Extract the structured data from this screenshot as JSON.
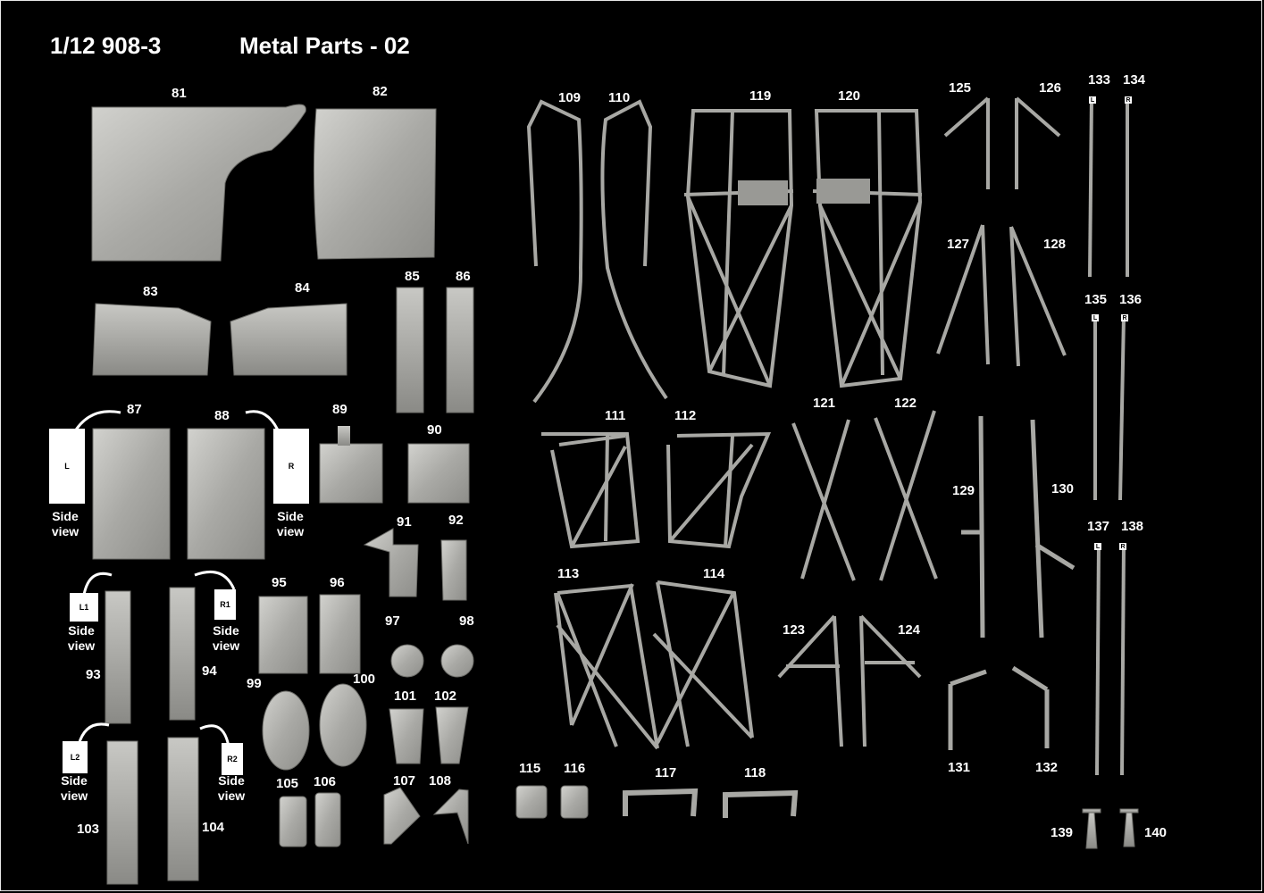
{
  "title": {
    "code": "1/12 908-3",
    "name": "Metal Parts - 02"
  },
  "part_labels": [
    "81",
    "82",
    "83",
    "84",
    "85",
    "86",
    "87",
    "88",
    "89",
    "90",
    "91",
    "92",
    "93",
    "94",
    "95",
    "96",
    "97",
    "98",
    "99",
    "100",
    "101",
    "102",
    "103",
    "104",
    "105",
    "106",
    "107",
    "108",
    "109",
    "110",
    "111",
    "112",
    "113",
    "114",
    "115",
    "116",
    "117",
    "118",
    "119",
    "120",
    "121",
    "122",
    "123",
    "124",
    "125",
    "126",
    "127",
    "128",
    "129",
    "130",
    "131",
    "132",
    "133",
    "134",
    "135",
    "136",
    "137",
    "138",
    "139",
    "140"
  ],
  "side_view_text": {
    "line1": "Side",
    "line2": "view"
  },
  "card_letters": [
    "L",
    "R",
    "L1",
    "R1",
    "L2",
    "R2"
  ],
  "rod_letters": [
    "L",
    "R",
    "L",
    "R",
    "L",
    "R"
  ],
  "colors": {
    "background": "#000000",
    "metal": "#b4b4b0",
    "metal_dark": "#7a7a76",
    "text": "#ffffff"
  }
}
